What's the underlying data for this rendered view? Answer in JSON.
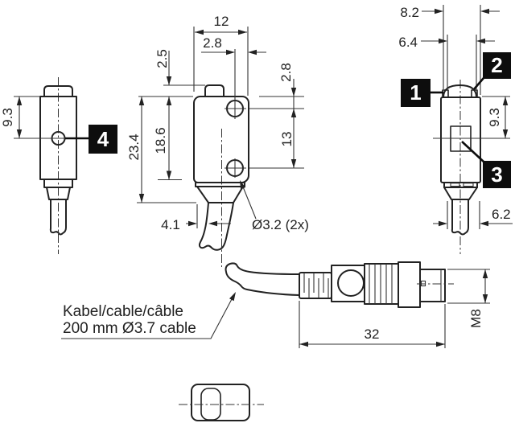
{
  "callouts": {
    "n1": "1",
    "n2": "2",
    "n3": "3",
    "n4": "4"
  },
  "dims": {
    "front": {
      "width": "12",
      "hole_to_edge": "2.8",
      "nose": "2.5",
      "top_to_hole": "2.8",
      "total_height": "23.4",
      "top_to_bottom_hole": "18.6",
      "hole_spacing": "13",
      "cable_offset": "4.1",
      "holes": "Ø3.2 (2x)"
    },
    "left": {
      "axis": "9.3"
    },
    "right": {
      "outer": "8.2",
      "inner": "6.4",
      "axis": "9.3",
      "depth": "6.2"
    },
    "connector": {
      "length": "32",
      "thread": "M8"
    }
  },
  "notes": {
    "cable1": "Kabel/cable/câble",
    "cable2": "200 mm Ø3.7 cable"
  }
}
